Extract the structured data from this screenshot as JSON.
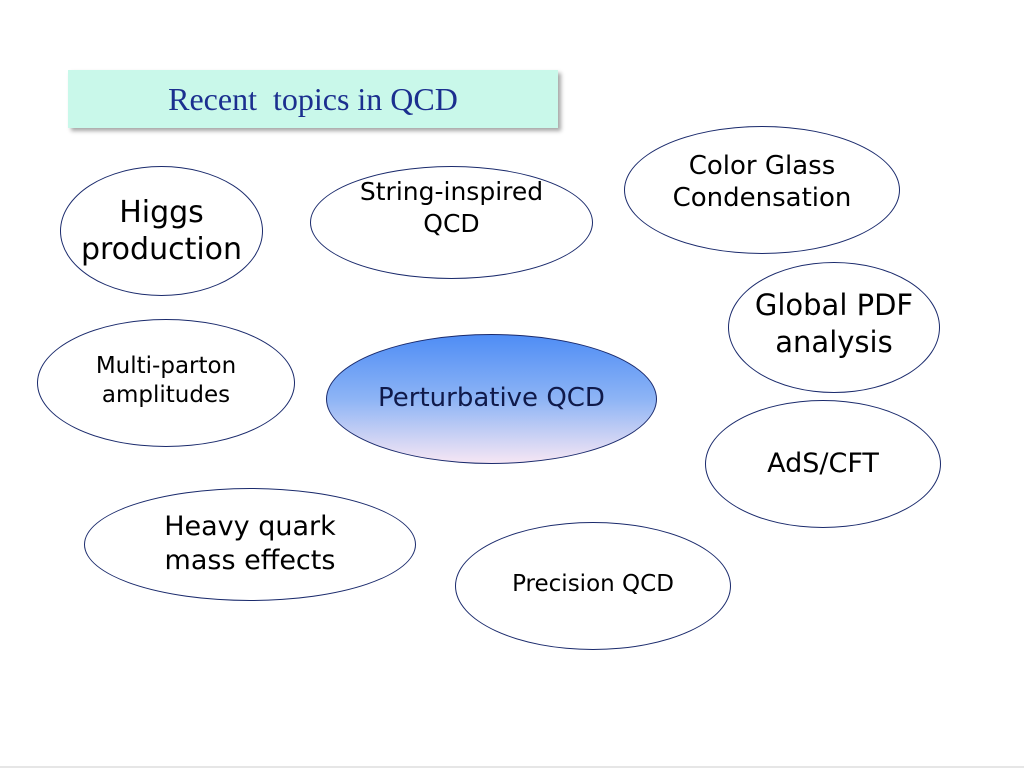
{
  "slide": {
    "title": "Recent  topics in QCD"
  },
  "topics": {
    "higgs": "Higgs\nproduction",
    "string_inspired": "String-inspired\nQCD",
    "color_glass": "Color Glass\nCondensation",
    "global_pdf": "Global PDF\nanalysis",
    "multi_parton": "Multi-parton\namplitudes",
    "perturbative": "Perturbative QCD",
    "ads_cft": "AdS/CFT",
    "heavy_quark": "Heavy quark\nmass effects",
    "precision": "Precision QCD"
  },
  "colors": {
    "title_fill": "#c9f8ea",
    "title_text": "#1b2f8f",
    "outline": "#1a2a6c",
    "center_gradient_top": "#4f8df5",
    "center_gradient_bottom": "#f6e6f4"
  }
}
